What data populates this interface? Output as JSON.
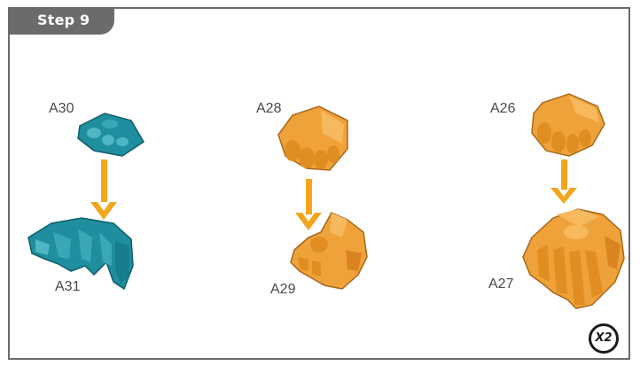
{
  "step": {
    "label": "Step 9"
  },
  "parts": {
    "a30": "A30",
    "a31": "A31",
    "a28": "A28",
    "a29": "A29",
    "a26": "A26",
    "a27": "A27"
  },
  "quantity_badge": "X2",
  "colors": {
    "teal": "#1f8e9e",
    "orange": "#f0a23a",
    "arrow": "#f4a51c",
    "frame": "#6b6b6b"
  }
}
